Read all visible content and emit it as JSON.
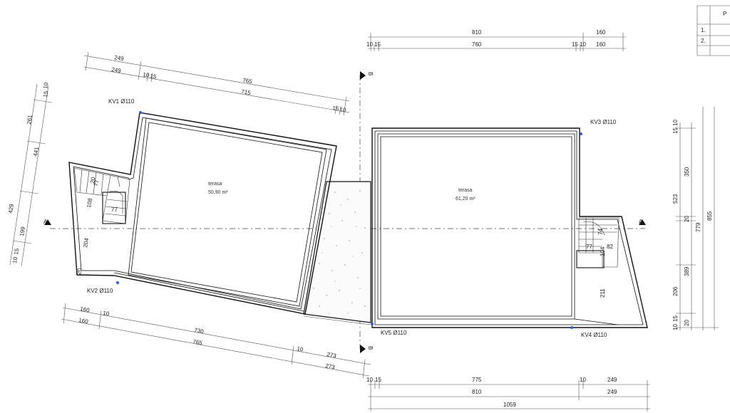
{
  "legend_table": {
    "header": "P",
    "rows": [
      "1.",
      "2."
    ]
  },
  "rooms": [
    {
      "name": "terasa",
      "area": "50,90 m²"
    },
    {
      "name": "terasa",
      "area": "61,20 m²"
    }
  ],
  "section_marks": {
    "a": "A",
    "b": "B"
  },
  "drains": [
    "KV1 Ø110",
    "KV2 Ø110",
    "KV3 Ø110",
    "KV4 Ø110",
    "KV5 Ø110"
  ],
  "dims": {
    "top_right_row1": [
      "810",
      "160"
    ],
    "top_right_row2": [
      "10",
      "15",
      "760",
      "15",
      "10",
      "160"
    ],
    "left_top_row1": [
      "249",
      "765"
    ],
    "left_top_row2": [
      "249",
      "10",
      "15",
      "715",
      "15",
      "10"
    ],
    "left_vertical": [
      "15",
      "10",
      "261",
      "441",
      "429",
      "199",
      "10",
      "15"
    ],
    "left_bottom_row1": [
      "160",
      "10",
      "730",
      "10",
      "273"
    ],
    "left_bottom_row2": [
      "160",
      "765",
      "273"
    ],
    "bottom_row1": [
      "10",
      "15",
      "775",
      "10",
      "249"
    ],
    "bottom_row2": [
      "810",
      "249"
    ],
    "bottom_row3": [
      "1059"
    ],
    "right_vertical": [
      "15",
      "10",
      "350",
      "523",
      "20",
      "779",
      "855",
      "389",
      "206",
      "10",
      "15",
      "20"
    ],
    "stair_left": [
      "20",
      "77",
      "108",
      "77",
      "204",
      "20"
    ],
    "stair_right": [
      "74",
      "77",
      "82",
      "104",
      "211"
    ]
  }
}
